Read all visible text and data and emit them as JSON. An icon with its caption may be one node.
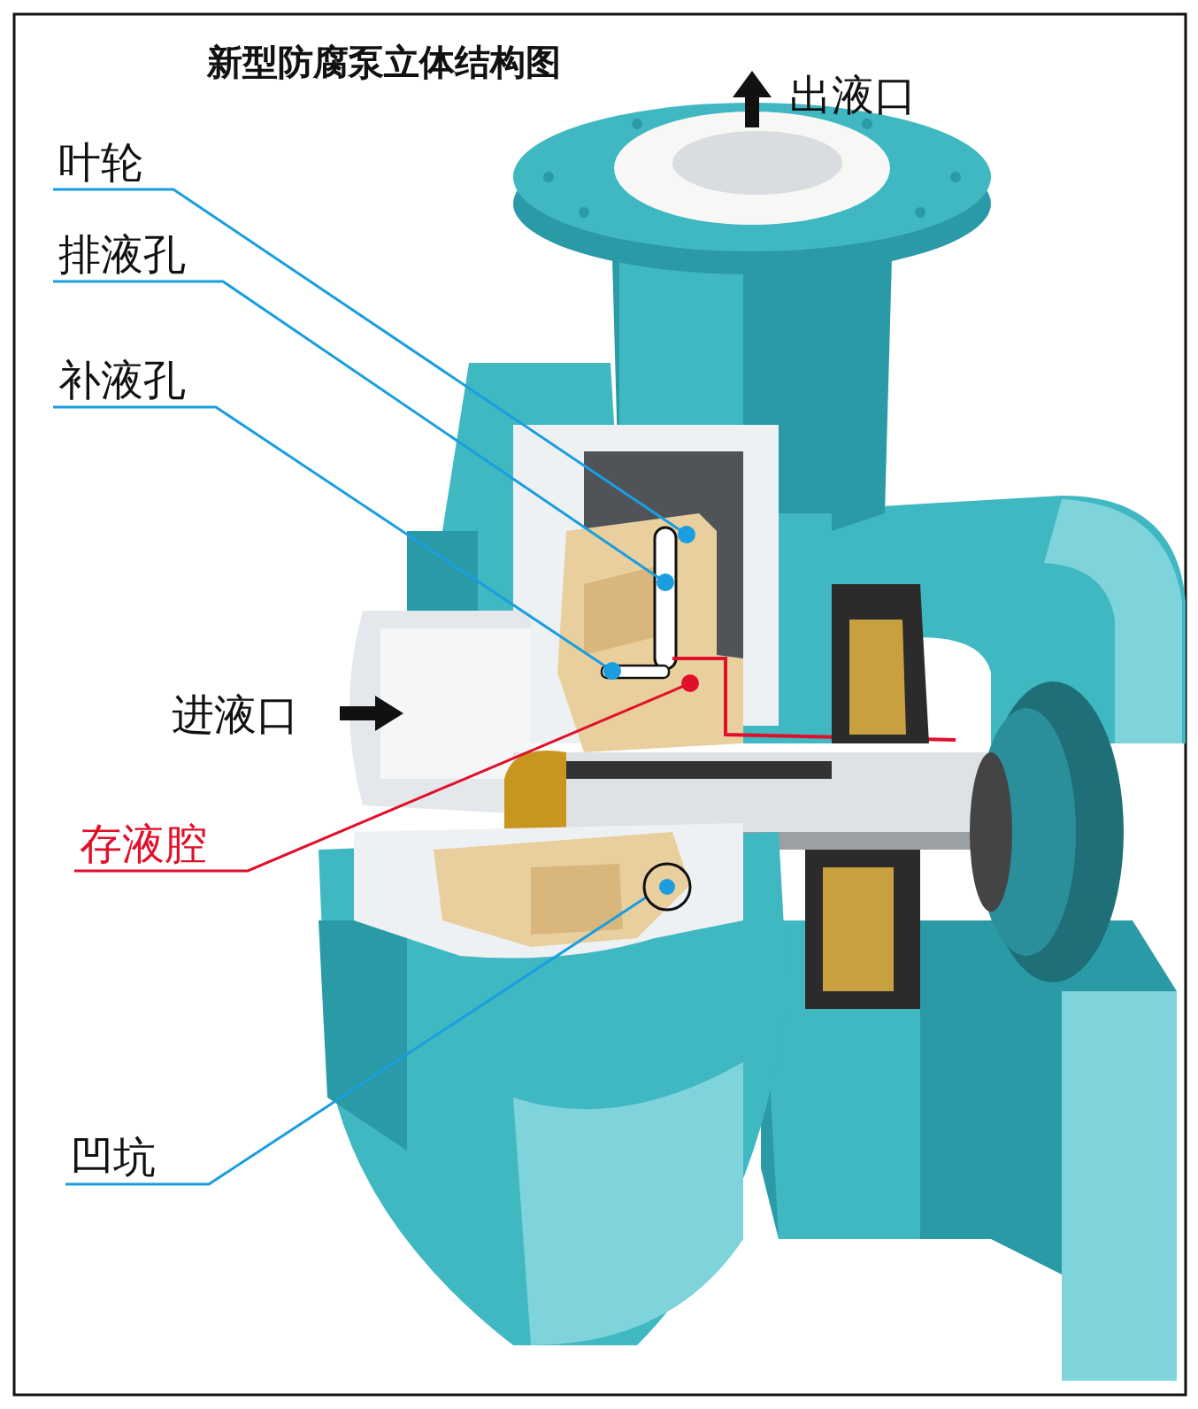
{
  "diagram": {
    "title": "新型防腐泵立体结构图",
    "nodes": [
      {
        "text": [
          "叶轮"
        ]
      },
      {
        "text": [
          "排液孔"
        ]
      },
      {
        "text": [
          "补液孔"
        ]
      },
      {
        "text": [
          "存液腔"
        ]
      },
      {
        "text": [
          "凹坑"
        ]
      },
      {
        "text": [],
        "shape": "circle"
      },
      {
        "text": [],
        "shape": "circle"
      },
      {
        "text": [],
        "shape": "circle"
      },
      {
        "text": [],
        "shape": "circle"
      },
      {
        "text": [],
        "shape": "circle"
      }
    ],
    "edges": [
      {
        "from": 0,
        "to": 5,
        "arrow": "none"
      },
      {
        "from": 1,
        "to": 6,
        "arrow": "none"
      },
      {
        "from": 2,
        "to": 7,
        "arrow": "none"
      },
      {
        "from": 3,
        "to": 8,
        "arrow": "none",
        "color": "#e0102a"
      },
      {
        "from": 4,
        "to": 9,
        "arrow": "none"
      }
    ],
    "labels": [
      "出液口",
      "进液口"
    ]
  }
}
